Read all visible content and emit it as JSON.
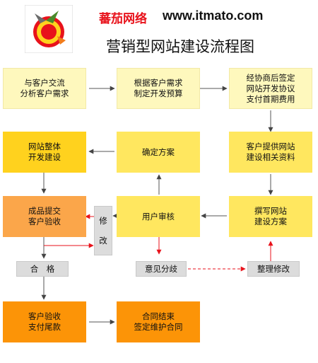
{
  "header": {
    "brand": "蕃茄网络",
    "url": "www.itmato.com",
    "title": "营销型网站建设流程图"
  },
  "nodes": {
    "exchange": "与客户交流\n分析客户需求",
    "budget": "根据客户需求\n制定开发预算",
    "contract": "经协商后签定\n网站开发协议\n支付首期费用",
    "materials": "客户提供网站\n建设相关资料",
    "confirm": "确定方案",
    "develop": "网站整体\n开发建设",
    "plan": "撰写网站\n建设方案",
    "review": "用户审核",
    "acceptance": "成品提交\n客户验收",
    "payment": "客户验收\n支付尾款",
    "sign": "合同结束\n签定维护合同"
  },
  "tags": {
    "modify_chars": [
      "修",
      "改"
    ],
    "qualified": "合　格",
    "disagree": "意见分歧",
    "revise": "整理修改"
  },
  "colors": {
    "flow_arrow": "#444444",
    "red_arrow": "#e8121b",
    "line": "#555555"
  }
}
